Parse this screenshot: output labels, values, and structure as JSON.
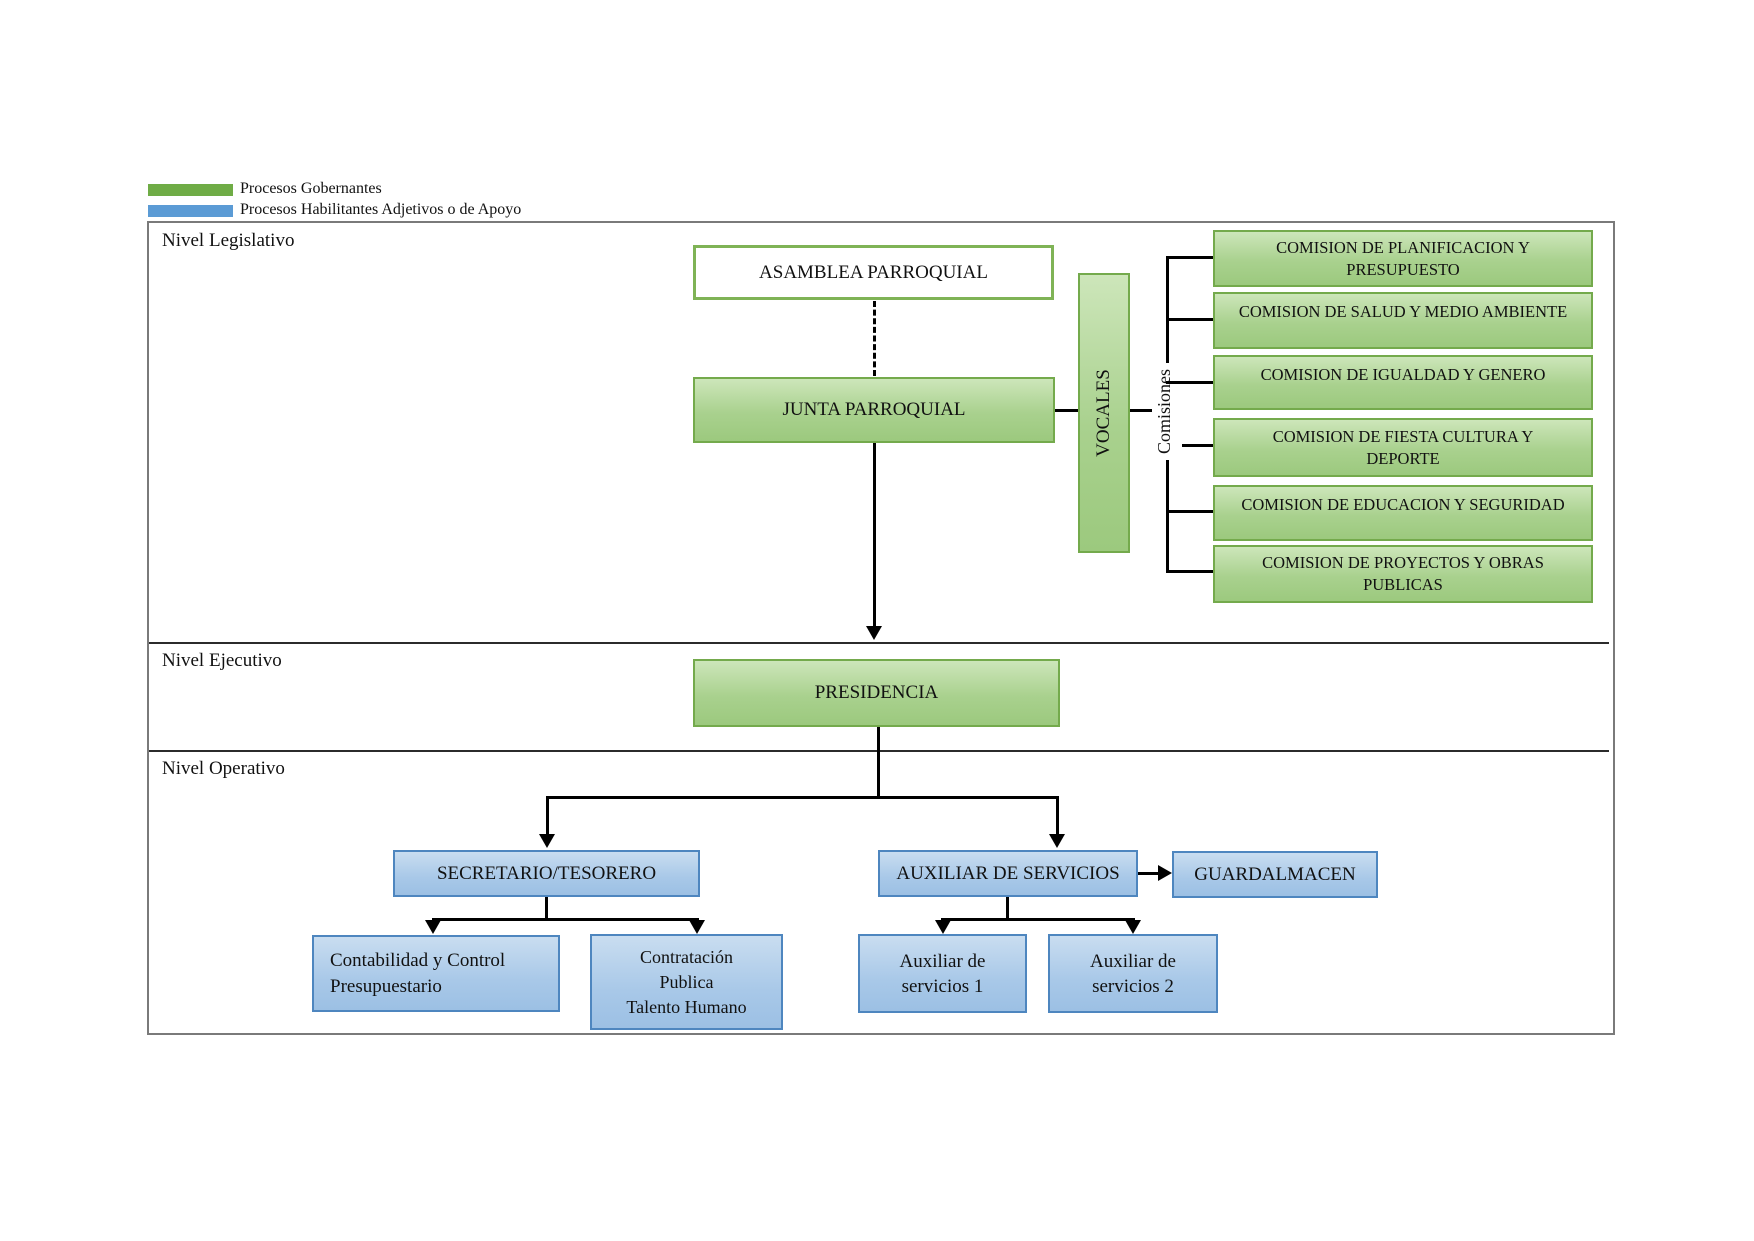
{
  "legend": {
    "items": [
      {
        "label": "Procesos Gobernantes",
        "color": "#6fac46"
      },
      {
        "label": "Procesos Habilitantes Adjetivos o de Apoyo",
        "color": "#5b9bd5"
      }
    ]
  },
  "sections": {
    "legislativo": "Nivel Legislativo",
    "ejecutivo": "Nivel Ejecutivo",
    "operativo": "Nivel Operativo"
  },
  "nodes": {
    "asamblea": "ASAMBLEA PARROQUIAL",
    "junta": "JUNTA PARROQUIAL",
    "vocales": "VOCALES",
    "comisiones_label": "Comisiones",
    "presidencia": "PRESIDENCIA",
    "secretario": "SECRETARIO/TESORERO",
    "auxiliar_servicios": "AUXILIAR DE SERVICIOS",
    "guardalmacen": "GUARDALMACEN",
    "contabilidad": "Contabilidad y Control\nPresupuestario",
    "contratacion": "Contratación\nPublica\nTalento Humano",
    "auxiliar1": "Auxiliar de\nservicios 1",
    "auxiliar2": "Auxiliar de\nservicios 2"
  },
  "commissions": [
    "COMISION DE PLANIFICACION Y\nPRESUPUESTO",
    "COMISION DE SALUD Y MEDIO AMBIENTE",
    "COMISION DE IGUALDAD Y GENERO",
    "COMISION DE FIESTA CULTURA Y\nDEPORTE",
    "COMISION DE EDUCACION Y SEGURIDAD",
    "COMISION DE PROYECTOS Y OBRAS\nPUBLICAS"
  ],
  "colors": {
    "green_fill": "#a9d18e",
    "green_border": "#74aa4c",
    "blue_fill": "#a8c8e8",
    "blue_border": "#4e86bf",
    "frame_border": "#7a7a7a",
    "line": "#000000"
  }
}
